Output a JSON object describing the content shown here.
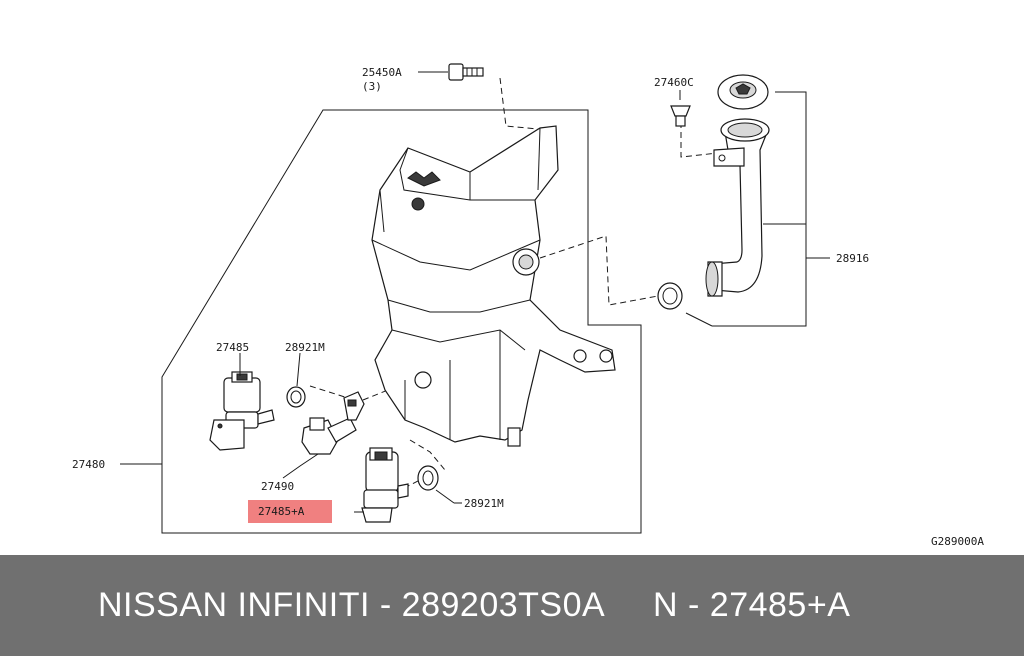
{
  "diagram": {
    "code": "G289000A",
    "highlight_color": "#f08080",
    "labels": {
      "bolt": "25450A",
      "bolt_qty": "(3)",
      "clip": "27460C",
      "filler_tube": "28916",
      "pump_rear": "27485",
      "grommet_upper": "28921M",
      "tank_assembly": "27480",
      "level_sensor": "27490",
      "pump_front": "27485+A",
      "grommet_lower": "28921M"
    }
  },
  "footer": {
    "text": "NISSAN INFINITI - 289203TS0A     N - 27485+A",
    "background": "#707070"
  }
}
